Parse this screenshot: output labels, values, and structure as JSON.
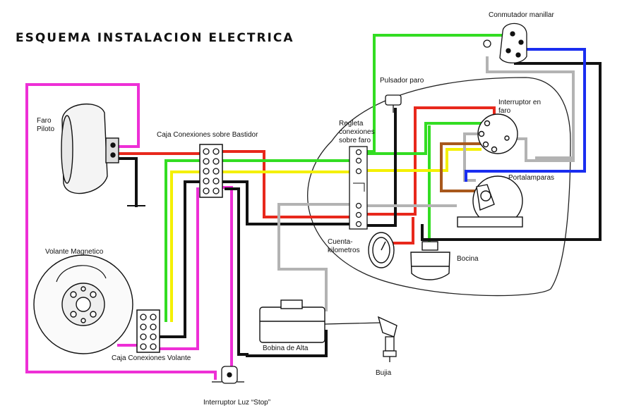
{
  "diagram": {
    "title": "ESQUEMA INSTALACION ELECTRICA",
    "labels": {
      "faro_piloto": "Faro Piloto",
      "caja_bastidor": "Caja Conexiones sobre Bastidor",
      "regleta": "Regleta conexiones sobre faro",
      "pulsador": "Pulsador paro",
      "conmutador": "Conmutador manillar",
      "interruptor_faro": "Interruptor en faro",
      "portalamparas": "Portalamparas",
      "cuentakm": "Cuenta-kilometros",
      "bocina": "Bocina",
      "volante": "Volante Magnetico",
      "caja_volante": "Caja Conexiones Volante",
      "bobina": "Bobina de Alta",
      "bujia": "Bujia",
      "stop": "Interruptor Luz “Stop”"
    },
    "wire_colors": {
      "red": "#e8281c",
      "green": "#33dd22",
      "yellow": "#f4f000",
      "black": "#111111",
      "magenta": "#ee2fd6",
      "grey": "#b3b3b3",
      "blue": "#1a2ef0",
      "brown": "#a8581c"
    }
  }
}
